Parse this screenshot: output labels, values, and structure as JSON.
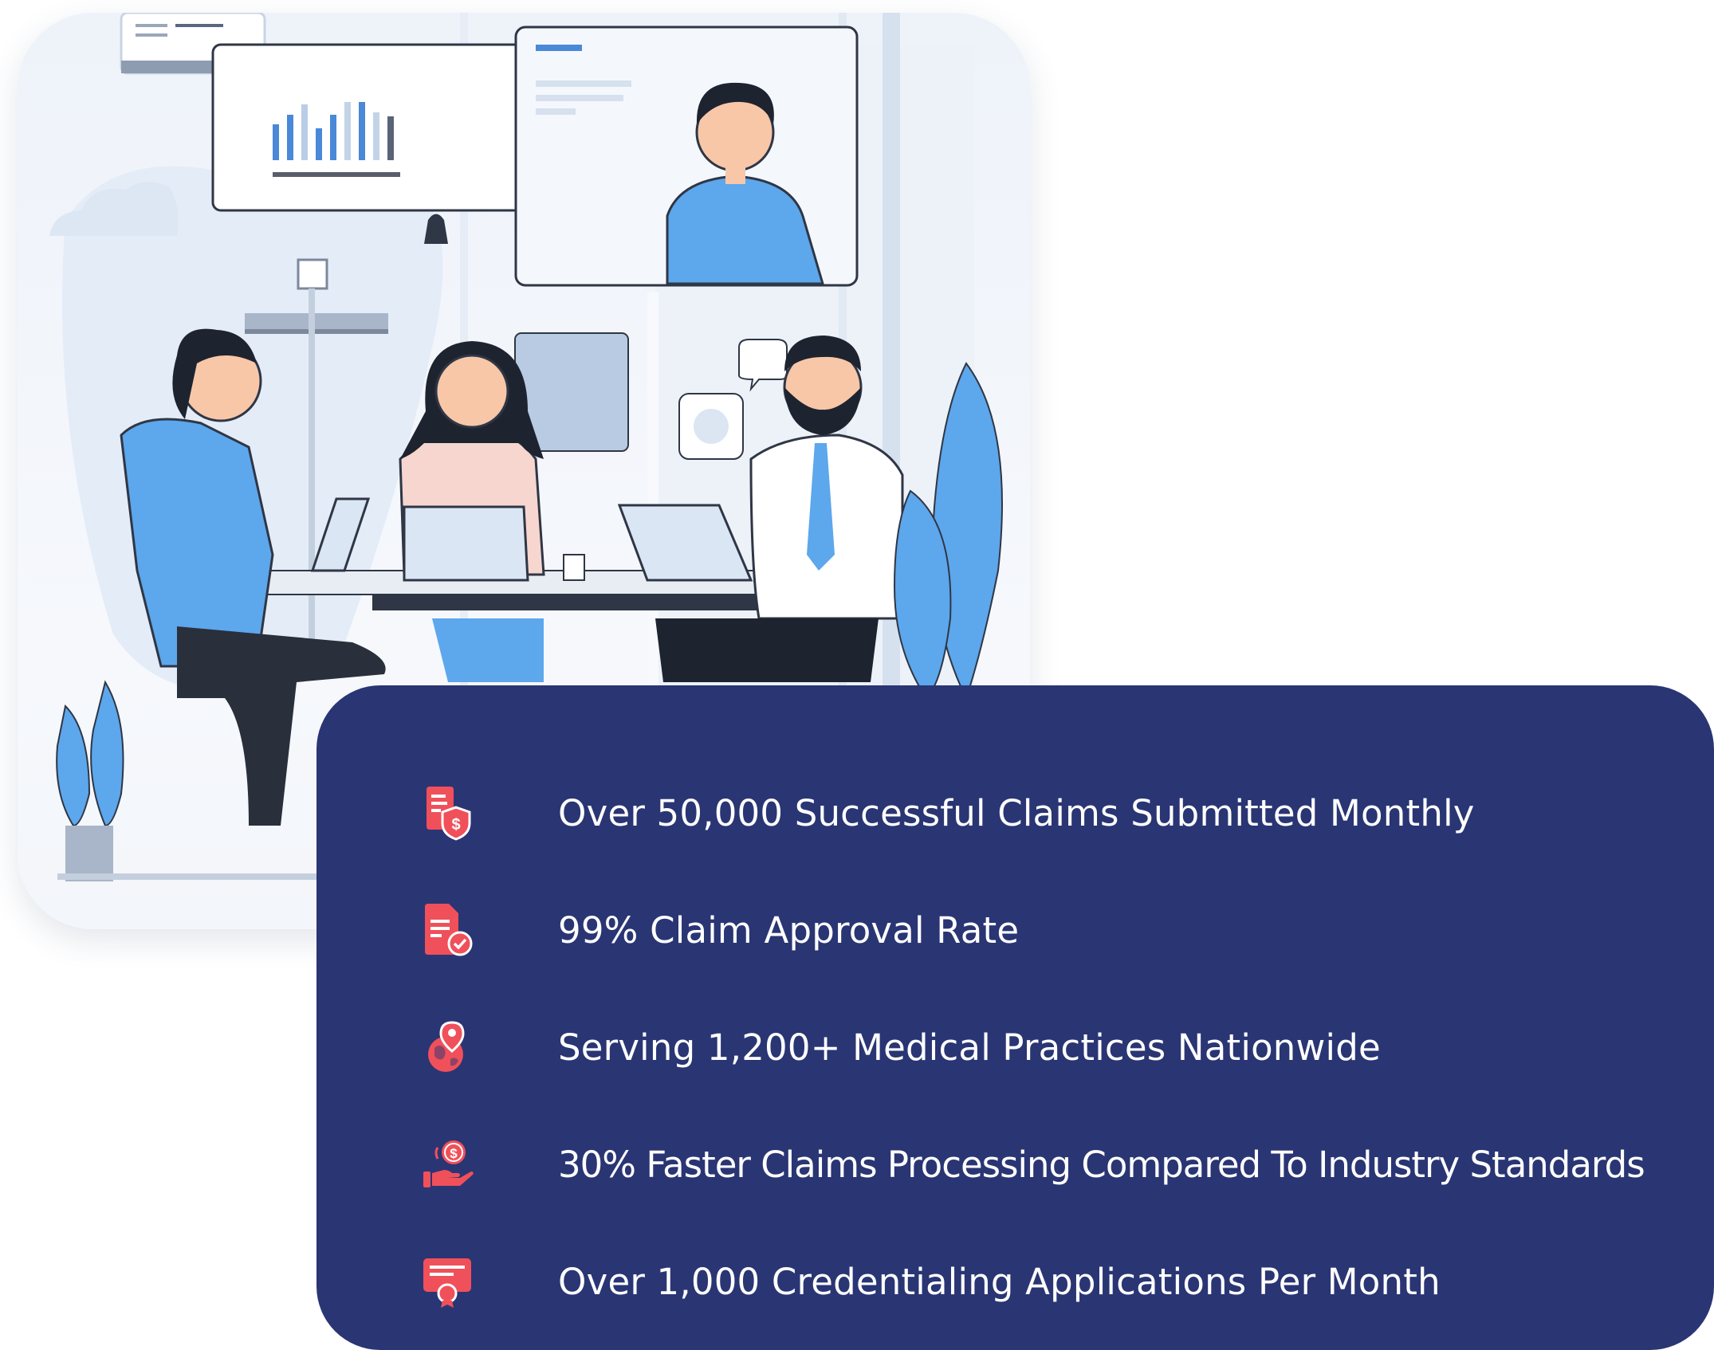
{
  "illustration": {
    "description_icon": "team-meeting-illustration"
  },
  "colors": {
    "card_background": "#2a3574",
    "icon_accent": "#f0505a",
    "text": "#ffffff",
    "illustration_blue": "#5da7ec"
  },
  "stats": [
    {
      "icon": "claims-shield-dollar-icon",
      "text": "Over 50,000 Successful Claims Submitted Monthly"
    },
    {
      "icon": "document-check-icon",
      "text": "99% Claim Approval Rate"
    },
    {
      "icon": "globe-location-pin-icon",
      "text": "Serving 1,200+ Medical Practices Nationwide"
    },
    {
      "icon": "hand-coin-icon",
      "text": "30% Faster Claims Processing Compared To Industry Standards"
    },
    {
      "icon": "certificate-icon",
      "text": "Over 1,000 Credentialing Applications Per Month"
    }
  ]
}
